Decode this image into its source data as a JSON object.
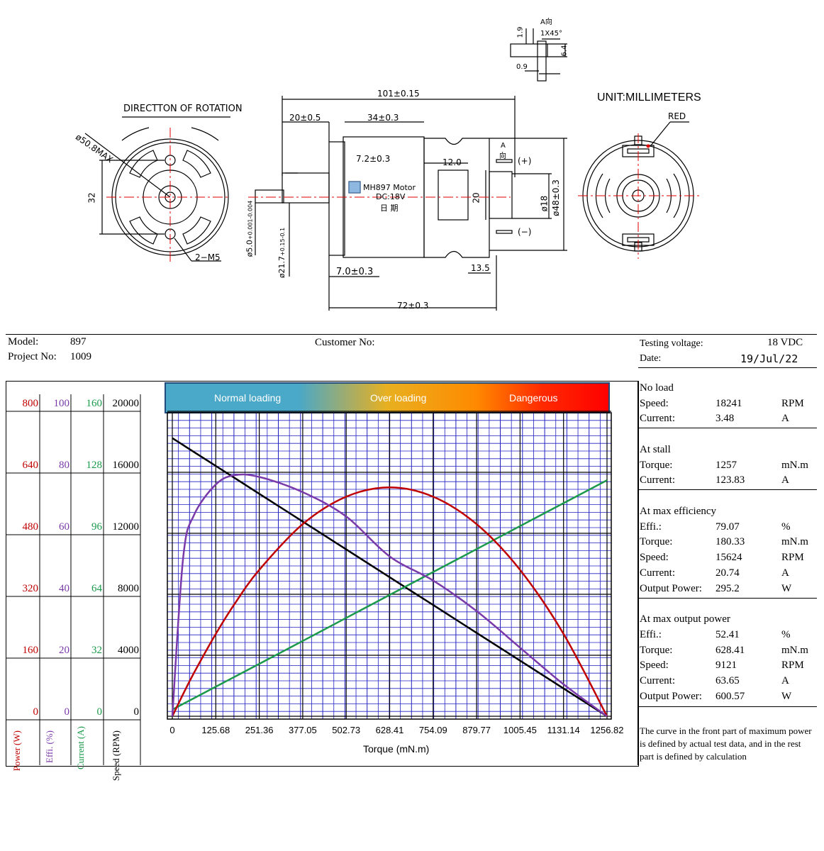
{
  "drawing": {
    "rotation_title": "DIRECTTON OF ROTATION",
    "diameter_label": "ø50.8MAX",
    "hole_spacing": "32",
    "screw_label": "2−M5",
    "overall_length": "101±0.15",
    "shaft_length": "20±0.5",
    "label_width": "34±0.3",
    "can_offset": "7.2±0.3",
    "slot_width": "12.0",
    "slot_height": "20",
    "shaft_diameter": "ø5.0",
    "shaft_tol_upper": "+0.001",
    "shaft_tol_lower": "-0.004",
    "boss_diameter": "ø21.7",
    "boss_tol_upper": "+0.15",
    "boss_tol_lower": "-0.1",
    "step_length": "7.0±0.3",
    "endcap_length": "13.5",
    "body_length": "72±0.3",
    "inner_diameter": "ø18",
    "outer_diameter": "ø48±0.3",
    "terminal_pos": "(+)",
    "terminal_neg": "(−)",
    "arrow_a": "A",
    "arrow_dir": "向",
    "label_line1": "MH897  Motor",
    "label_line2": "DC:18V",
    "label_line3": "日    期",
    "unit_title": "UNIT:MILLIMETERS",
    "red_label": "RED",
    "detail_title": "A向",
    "detail_chamfer": "1X45°",
    "detail_height": "1.9",
    "detail_width": "6.4",
    "detail_depth": "0.9"
  },
  "header": {
    "model_label": "Model:",
    "model_value": "897",
    "project_label": "Project No:",
    "project_value": "1009",
    "customer_label": "Customer No:",
    "voltage_label": "Testing voltage:",
    "voltage_value": "18 VDC",
    "date_label": "Date:",
    "date_value": "19/Jul/22"
  },
  "bands": {
    "normal": "Normal loading",
    "over": "Over loading",
    "danger": "Dangerous"
  },
  "axes": {
    "power_ticks": [
      "800",
      "640",
      "480",
      "320",
      "160",
      "0"
    ],
    "eff_ticks": [
      "100",
      "80",
      "60",
      "40",
      "20",
      "0"
    ],
    "current_ticks": [
      "160",
      "128",
      "96",
      "64",
      "32",
      "0"
    ],
    "speed_ticks": [
      "20000",
      "16000",
      "12000",
      "8000",
      "4000",
      "0"
    ],
    "power_label": "Power",
    "power_unit": "(W)",
    "eff_label": "Effi.",
    "eff_unit": "(%)",
    "current_label": "Current",
    "current_unit": "(A)",
    "speed_label": "Speed",
    "speed_unit": "(RPM)",
    "x_ticks": [
      "0",
      "125.68",
      "251.36",
      "377.05",
      "502.73",
      "628.41",
      "754.09",
      "879.77",
      "1005.45",
      "1131.14",
      "1256.82"
    ],
    "x_label": "Torque (mN.m)"
  },
  "chart_data": {
    "type": "line",
    "xlabel": "Torque (mN.m)",
    "xlim": [
      0,
      1256.82
    ],
    "grid": true,
    "x": [
      0,
      31.4,
      62.8,
      125.68,
      180.33,
      251.36,
      377.05,
      502.73,
      628.41,
      754.09,
      879.77,
      1005.45,
      1131.14,
      1256.82
    ],
    "series": [
      {
        "name": "Speed",
        "unit": "RPM",
        "ylim": [
          0,
          20000
        ],
        "color": "#000000",
        "values": [
          18241,
          17786,
          17330,
          16417,
          15624,
          14593,
          12770,
          10946,
          9121,
          7296,
          5472,
          3648,
          1824,
          0
        ]
      },
      {
        "name": "Current",
        "unit": "A",
        "ylim": [
          0,
          160
        ],
        "color": "#1a9a4a",
        "values": [
          3.48,
          6.5,
          9.5,
          15.5,
          20.74,
          27.5,
          39.5,
          51.6,
          63.65,
          75.7,
          87.7,
          99.8,
          111.8,
          123.83
        ]
      },
      {
        "name": "Power",
        "unit": "W",
        "ylim": [
          0,
          800
        ],
        "color": "#c00000",
        "values": [
          0,
          58.5,
          114,
          216,
          295.2,
          384,
          504,
          576,
          600.57,
          576,
          504,
          384,
          216,
          0
        ]
      },
      {
        "name": "Efficiency",
        "unit": "%",
        "ylim": [
          0,
          100
        ],
        "color": "#7a3aaa",
        "values": [
          0,
          52,
          66,
          76,
          79.07,
          78.5,
          73.5,
          65.5,
          52.41,
          44.5,
          34.5,
          22.5,
          10.5,
          0
        ]
      }
    ]
  },
  "stats": {
    "no_load_title": "No load",
    "no_load_speed_label": "Speed:",
    "no_load_speed": "18241",
    "no_load_speed_unit": "RPM",
    "no_load_current_label": "Current:",
    "no_load_current": "3.48",
    "no_load_current_unit": "A",
    "stall_title": "At stall",
    "stall_torque_label": "Torque:",
    "stall_torque": "1257",
    "stall_torque_unit": "mN.m",
    "stall_current_label": "Current:",
    "stall_current": "123.83",
    "stall_current_unit": "A",
    "maxeff_title": "At max efficiency",
    "maxeff_effi_label": "Effi.:",
    "maxeff_effi": "79.07",
    "maxeff_effi_unit": "%",
    "maxeff_torque_label": "Torque:",
    "maxeff_torque": "180.33",
    "maxeff_torque_unit": "mN.m",
    "maxeff_speed_label": "Speed:",
    "maxeff_speed": "15624",
    "maxeff_speed_unit": "RPM",
    "maxeff_current_label": "Current:",
    "maxeff_current": "20.74",
    "maxeff_current_unit": "A",
    "maxeff_power_label": "Output Power:",
    "maxeff_power": "295.2",
    "maxeff_power_unit": "W",
    "maxpow_title": "At max output power",
    "maxpow_effi_label": "Effi.:",
    "maxpow_effi": "52.41",
    "maxpow_effi_unit": "%",
    "maxpow_torque_label": "Torque:",
    "maxpow_torque": "628.41",
    "maxpow_torque_unit": "mN.m",
    "maxpow_speed_label": "Speed:",
    "maxpow_speed": "9121",
    "maxpow_speed_unit": "RPM",
    "maxpow_current_label": "Current:",
    "maxpow_current": "63.65",
    "maxpow_current_unit": "A",
    "maxpow_power_label": "Output Power:",
    "maxpow_power": "600.57",
    "maxpow_power_unit": "W",
    "note": "The curve in the front part of maximum power is defined by actual test data, and in the rest part is defined by calculation"
  }
}
